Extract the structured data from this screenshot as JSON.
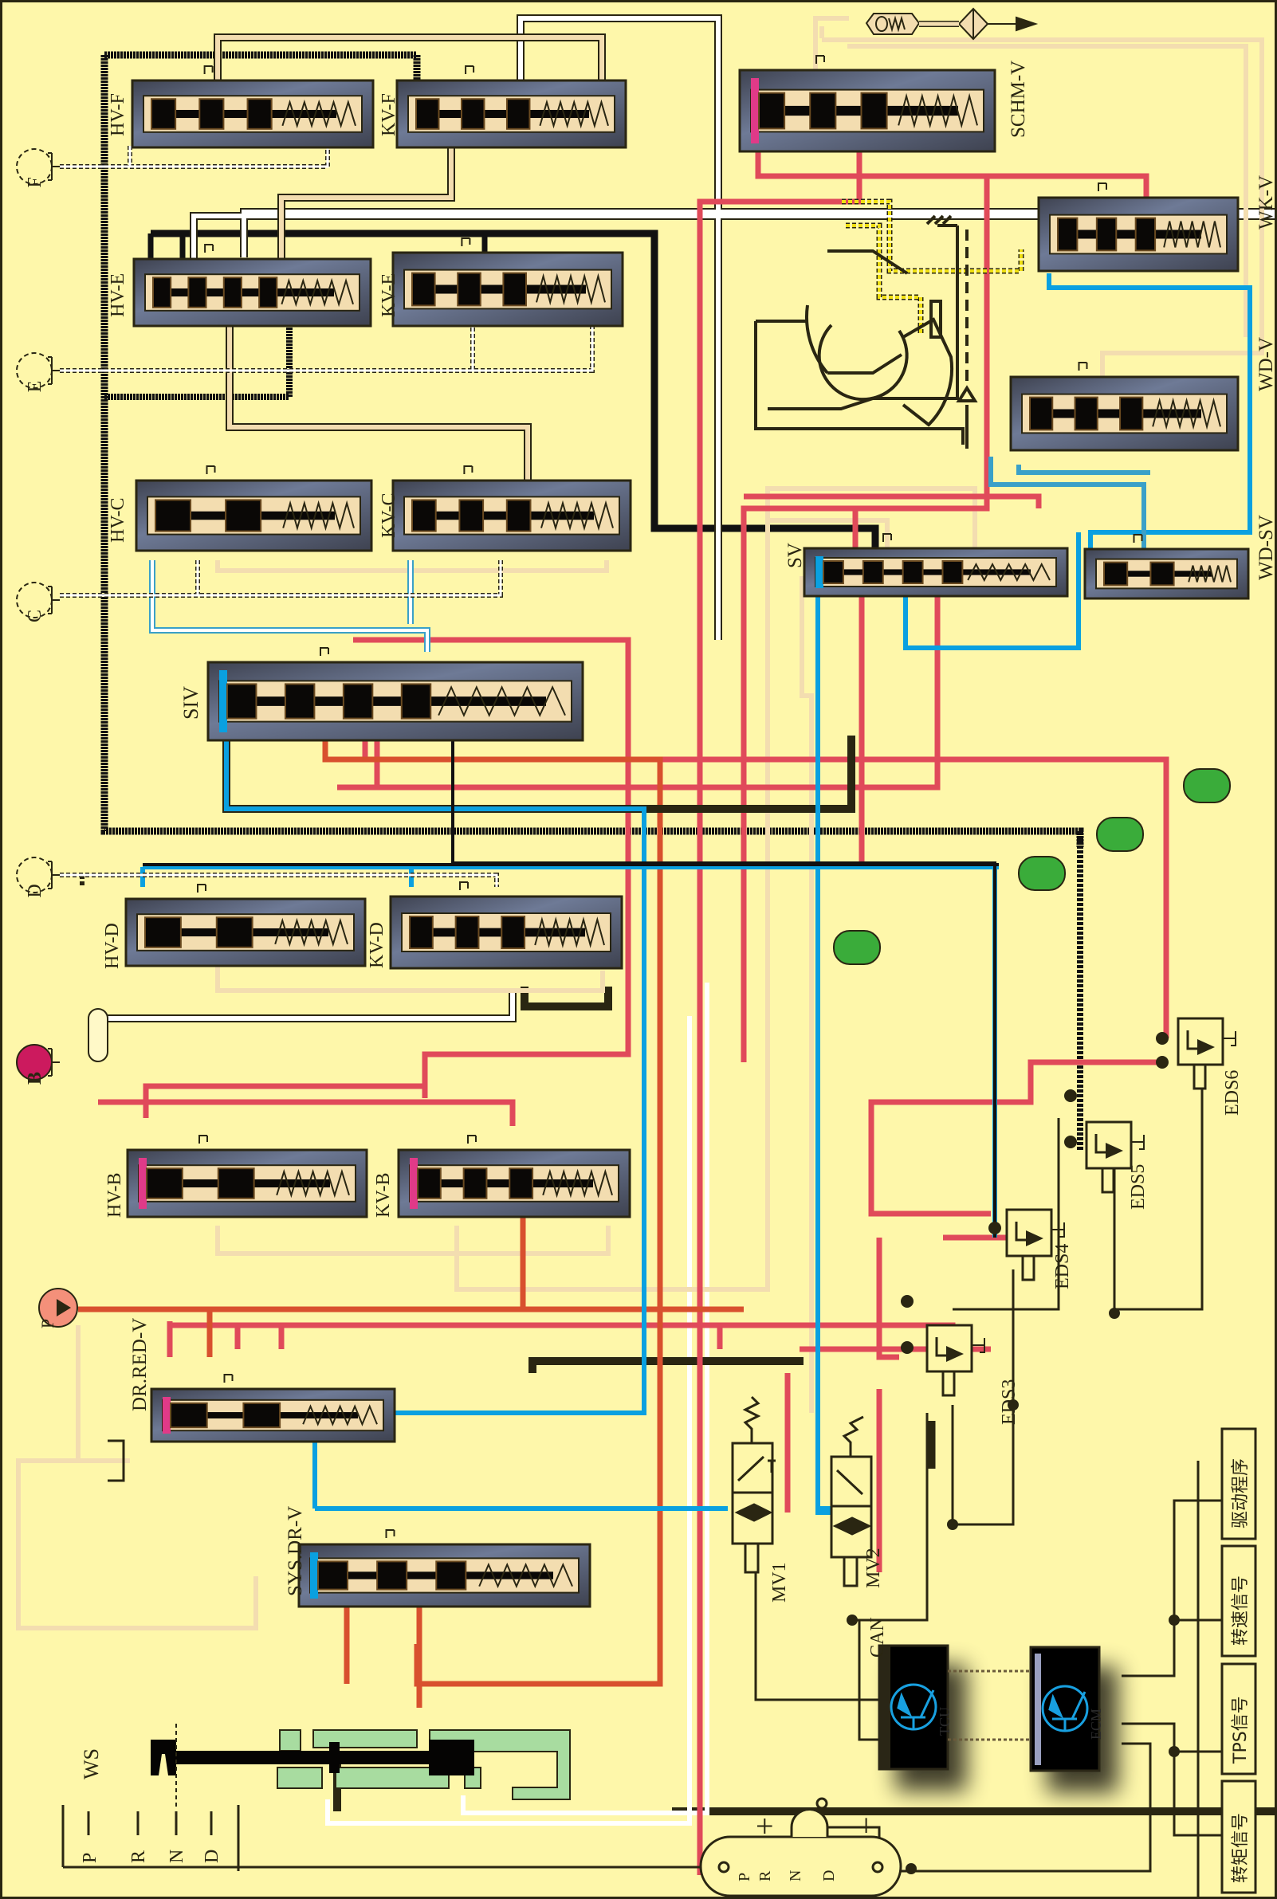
{
  "diagram": {
    "title": "Automatic transmission hydraulic control circuit",
    "colors": {
      "background": "#fef7aa",
      "valve_body": "#4a4f5a",
      "spool": "#0a0806",
      "line_pressure": "#e04a5a",
      "main_pressure": "#d8502e",
      "clutch_pressure": "#e03a88",
      "control_blue": "#0aa0e0",
      "light_blue": "#a8dcf0",
      "tan_return": "#f3ddb0",
      "exhaust_white": "#ffffff",
      "yellow_dashed": "#f0e010",
      "accumulator_green": "#3aac3a",
      "ecu_blue": "#18a0e0"
    },
    "clutch_circles": [
      {
        "id": "F",
        "label": "F",
        "style": "dashed"
      },
      {
        "id": "E",
        "label": "E",
        "style": "dashed"
      },
      {
        "id": "C",
        "label": "C",
        "style": "dashed"
      },
      {
        "id": "D",
        "label": "D",
        "style": "dashed"
      },
      {
        "id": "B",
        "label": "B",
        "style": "filled"
      }
    ],
    "valves": {
      "hv_f": "HV-F",
      "kv_f": "KV-F",
      "hv_e": "HV-E",
      "kv_e": "KV-E",
      "hv_c": "HV-C",
      "kv_c": "KV-C",
      "siv": "SIV",
      "hv_d": "HV-D",
      "kv_d": "KV-D",
      "hv_b": "HV-B",
      "kv_b": "KV-B",
      "dr_red_v": "DR.RED-V",
      "sys_dr_v": "SYS.DR-V",
      "schm_v": "SCHM-V",
      "wk_v": "WK-V",
      "wd_v": "WD-V",
      "wd_sv": "WD-SV",
      "sv": "SV"
    },
    "pump": {
      "label": "P"
    },
    "solenoids": {
      "eds3": "EDS3",
      "eds4": "EDS4",
      "eds5": "EDS5",
      "eds6": "EDS6",
      "mv1": "MV1",
      "mv2": "MV2"
    },
    "selector": {
      "ws_label": "WS",
      "positions": [
        "P",
        "R",
        "N",
        "D"
      ],
      "gate_positions": [
        "P",
        "R",
        "N",
        "D"
      ],
      "plus": "+",
      "minus": "−"
    },
    "controllers": {
      "tcu": "TCU",
      "ecm": "ECM",
      "bus": "CAN"
    },
    "signals": [
      {
        "id": "driver",
        "label": "驱动程序"
      },
      {
        "id": "speed",
        "label": "转速信号"
      },
      {
        "id": "tps",
        "label": "TPS信号"
      },
      {
        "id": "torque",
        "label": "转矩信号"
      }
    ]
  }
}
